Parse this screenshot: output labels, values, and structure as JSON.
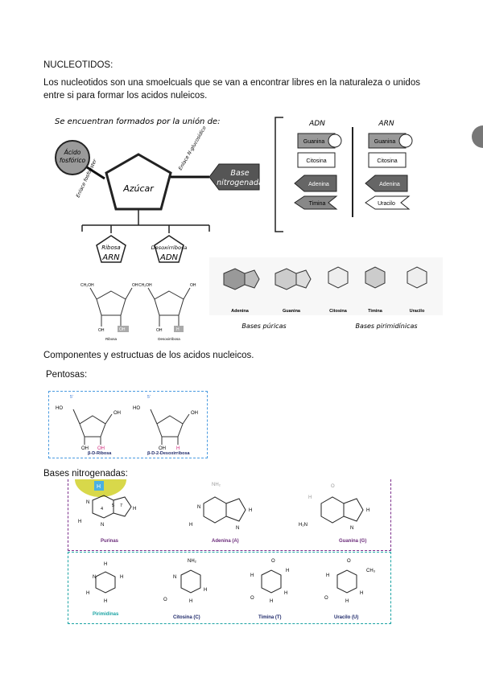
{
  "doc": {
    "title": "NUCLEOTIDOS:",
    "intro": "Los nucleotidos son una smoelcuals que se van a encontrar libres en la naturaleza o unidos entre si para formar los acidos nuleicos.",
    "section_components": "Componentes y estructuas de los acidos nucleicos.",
    "section_pentoses": "Pentosas:",
    "section_bases": "Bases nitrogenadas:"
  },
  "diagram": {
    "header": "Se encuentran formados por la unión de:",
    "phosphate": "Ácido fosfórico",
    "sugar": "Azúcar",
    "base": "Base nitrogenada",
    "bond_left": "Enlace fosfoéster",
    "bond_right": "Enlace N-glucosídico",
    "ribose": "Ribosa",
    "ribose_tag": "ARN",
    "deoxyribose": "Desoxirribosa",
    "deoxyribose_tag": "ADN",
    "ribose_caption": "Ribosa",
    "deoxyribose_caption": "Desoxirribosa",
    "adn_header": "ADN",
    "arn_header": "ARN",
    "adn_bases": [
      "Guanina",
      "Citosina",
      "Adenina",
      "Timina"
    ],
    "arn_bases": [
      "Guanina",
      "Citosina",
      "Adenina",
      "Uracilo"
    ],
    "base_names": [
      "Adenina",
      "Guanina",
      "Citosina",
      "Timina",
      "Uracilo"
    ],
    "purines_label": "Bases púricas",
    "pyrimidines_label": "Bases pirimidínicas"
  },
  "pentoses_figure": {
    "ribose": "β-D-Ribosa",
    "deoxyribose": "β-D-2-Desoxirribosa"
  },
  "bases_figure": {
    "purinas": "Purinas",
    "adenina": "Adenina (A)",
    "guanina": "Guanina (G)",
    "pirimidinas": "Pirimidinas",
    "citosina": "Citosina (C)",
    "timina": "Timina (T)",
    "uracilo": "Uracilo (U)"
  },
  "colors": {
    "purple": "#6b2c7a",
    "teal": "#1aa3a3",
    "navy": "#1f2a6b",
    "pink": "#d1287a",
    "blue": "#2c6fd1",
    "gray_dark": "#555555"
  }
}
